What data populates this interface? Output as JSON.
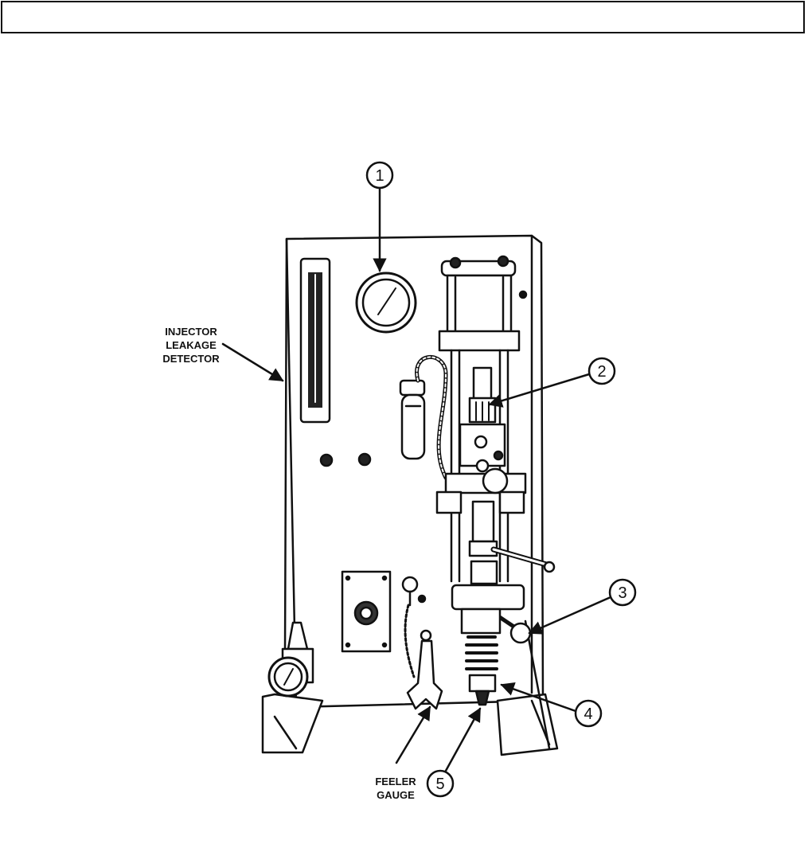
{
  "header": {
    "text": ""
  },
  "figure": {
    "callouts": [
      {
        "id": "callout-1",
        "number": "1"
      },
      {
        "id": "callout-2",
        "number": "2"
      },
      {
        "id": "callout-3",
        "number": "3"
      },
      {
        "id": "callout-4",
        "number": "4"
      },
      {
        "id": "callout-5",
        "number": "5"
      }
    ],
    "labels": {
      "detector": [
        "INJECTOR",
        "LEAKAGE",
        "DETECTOR"
      ],
      "feeler": [
        "FEELER",
        "GAUGE"
      ]
    }
  }
}
